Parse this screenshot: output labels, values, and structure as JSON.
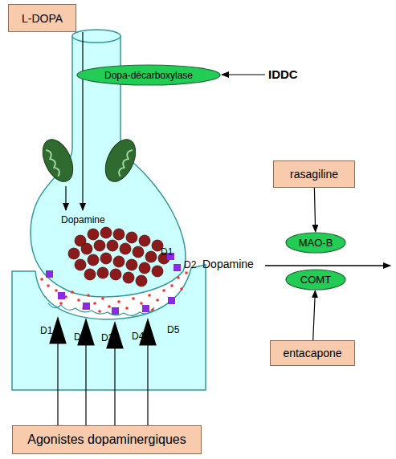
{
  "diagram": {
    "nodes": [
      {
        "text": [
          "L-DOPA"
        ]
      },
      {
        "text": [
          "Dopa-décarboxylase"
        ]
      },
      {
        "text": [
          "rasagiline"
        ]
      },
      {
        "text": [
          "MAO-B"
        ]
      },
      {
        "text": [
          "COMT"
        ]
      },
      {
        "text": [
          "entacapone"
        ]
      },
      {
        "text": [
          "Agonistes dopaminergiques"
        ]
      }
    ],
    "edges": [
      {
        "from": 2,
        "to": 3,
        "arrow": "to"
      },
      {
        "from": 5,
        "to": 4,
        "arrow": "to"
      }
    ],
    "labels": [
      "IDDC",
      "Dopamine",
      "D1",
      "D2",
      "Dopamine",
      "D1",
      "D2",
      "D3",
      "D4",
      "D5"
    ]
  }
}
